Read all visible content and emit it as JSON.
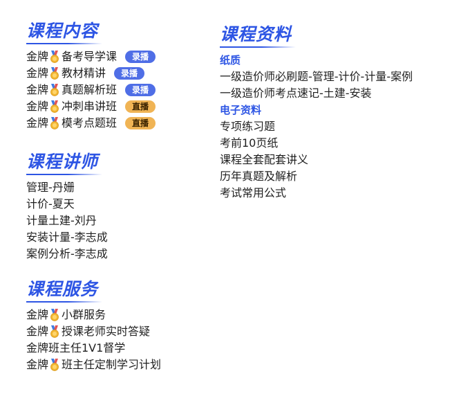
{
  "content": {
    "title": "课程内容",
    "items": [
      {
        "prefix": "金牌",
        "name": "备考导学课",
        "badge": "录播"
      },
      {
        "prefix": "金牌",
        "name": "教材精讲",
        "badge": "录播"
      },
      {
        "prefix": "金牌",
        "name": "真题解析班",
        "badge": "录播"
      },
      {
        "prefix": "金牌",
        "name": "冲刺串讲班",
        "badge": "直播"
      },
      {
        "prefix": "金牌",
        "name": "模考点题班",
        "badge": "直播"
      }
    ]
  },
  "teachers": {
    "title": "课程讲师",
    "items": [
      "管理-丹姗",
      "计价-夏天",
      "计量土建-刘丹",
      "安装计量-李志成",
      "案例分析-李志成"
    ]
  },
  "service": {
    "title": "课程服务",
    "items": [
      {
        "prefix": "金牌",
        "name": "小群服务",
        "medal": true
      },
      {
        "prefix": "金牌",
        "name": "授课老师实时答疑",
        "medal": true
      },
      {
        "prefix": "金牌班主任1V1督学",
        "name": "",
        "medal": false
      },
      {
        "prefix": "金牌",
        "name": "班主任定制学习计划",
        "medal": true
      }
    ]
  },
  "materials": {
    "title": "课程资料",
    "paper_heading": "纸质",
    "paper_items": [
      "一级造价师必刷题-管理-计价-计量-案例",
      "一级造价师考点速记-土建-安装"
    ],
    "digital_heading": "电子资料",
    "digital_items": [
      "专项练习题",
      "考前10页纸",
      "课程全套配套讲义",
      "历年真题及解析",
      "考试常用公式"
    ]
  },
  "colors": {
    "accent": "#2d55e4",
    "badge_record": "#4f6ee6",
    "badge_live": "#f0b455",
    "medal": "#f2b632"
  }
}
